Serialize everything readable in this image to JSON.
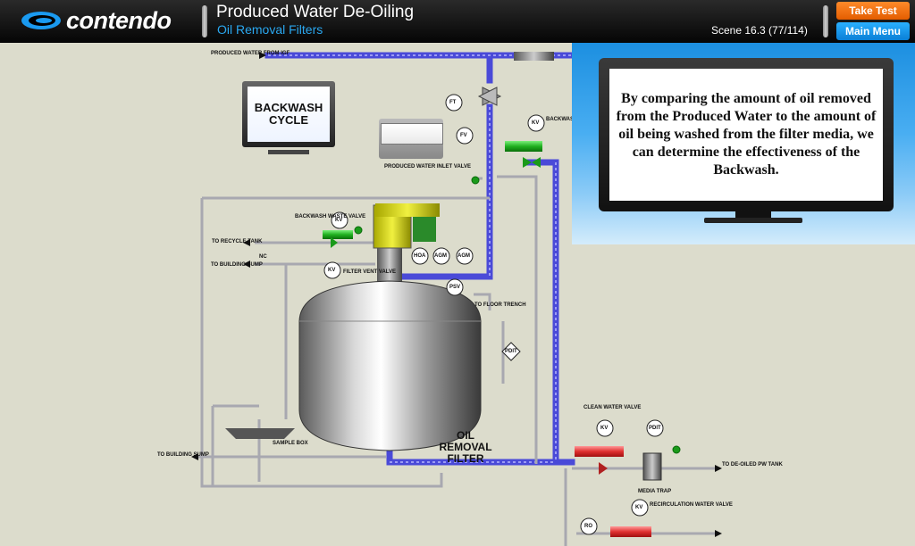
{
  "header": {
    "logo_text": "contendo",
    "title": "Produced Water De-Oiling",
    "subtitle": "Oil Removal Filters",
    "scene": "Scene 16.3 (77/114)",
    "take_test_label": "Take Test",
    "main_menu_label": "Main Menu",
    "accent_orange": "#ff7a10",
    "accent_blue": "#1a9af0"
  },
  "callout": {
    "text": "By comparing the amount of oil removed from the Produced Water to the amount of oil being washed from the filter media, we can determine the effectiveness of the Backwash."
  },
  "diagram": {
    "monitor_text": "BACKWASH CYCLE",
    "labels": {
      "produced_water_from_igf": "PRODUCED WATER FROM IGF",
      "ft": "FT",
      "fv": "FV",
      "kv": "KV",
      "backwash_valve": "BACKWASH VALVE",
      "produced_water_inlet_valve": "PRODUCED WATER INLET VALVE",
      "backwash_waste_valve": "BACKWASH WASTE VALVE",
      "to_recycle_tank": "TO RECYCLE TANK",
      "to_building_sump": "TO BUILDING SUMP",
      "nc": "NC",
      "filter_vent_valve": "FILTER VENT VALVE",
      "hoa": "HOA",
      "agm": "AGM",
      "psv": "PSV",
      "to_floor_trench": "TO FLOOR TRENCH",
      "pdit": "PDIT",
      "sample_box": "SAMPLE BOX",
      "oil_removal_filter": "OIL REMOVAL FILTER",
      "clean_water_valve": "CLEAN WATER VALVE",
      "media_trap": "MEDIA TRAP",
      "to_de_oiled_pw_tank": "TO DE-OILED PW TANK",
      "ro": "RO",
      "recirculation_water_valve": "RECIRCULATION WATER VALVE"
    }
  }
}
